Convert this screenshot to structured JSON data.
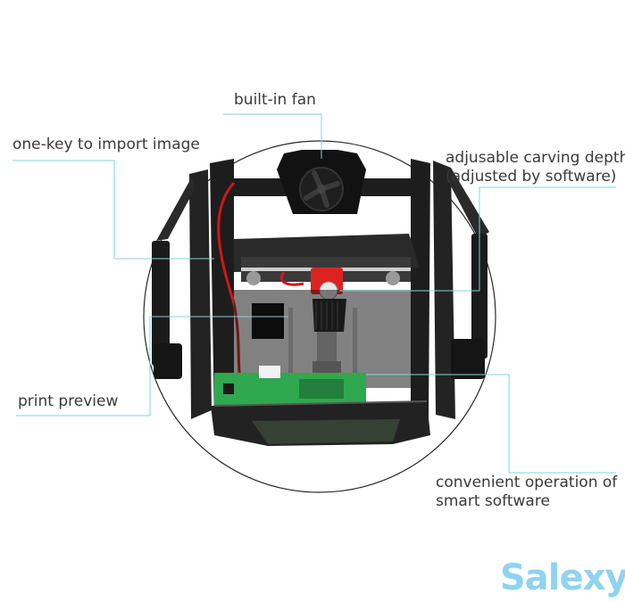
{
  "labels": {
    "fan": "built-in fan",
    "import": "one-key to import image",
    "depth_line1": "adjusable carving depth",
    "depth_line2": "(adjusted by software)",
    "preview": "print preview",
    "software_line1": "convenient operation of",
    "software_line2": "smart software"
  },
  "watermark": "Salexy",
  "colors": {
    "callout_line": "#7fd6dc",
    "label_text": "#3a3a3a",
    "watermark": "#8fd3f0",
    "frame": "#1d1d1d",
    "board": "#2fa84f",
    "rail": "#cfcfcf",
    "wire": "#d01818"
  }
}
